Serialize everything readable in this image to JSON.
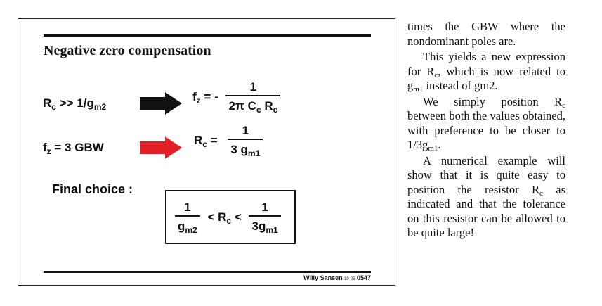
{
  "slide": {
    "title": "Negative zero compensation",
    "row1": {
      "lhs_R": "R",
      "lhs_R_sub": "c",
      "lhs_rest": " >> 1/g",
      "lhs_g_sub": "m2",
      "rhs_f": "f",
      "rhs_f_sub": "z",
      "rhs_eq": " = -",
      "num": "1",
      "den_2pi": "2π C",
      "den_c_sub": "c",
      "den_R": " R",
      "den_R_sub": "c"
    },
    "row2": {
      "lhs_f": "f",
      "lhs_f_sub": "z",
      "lhs_rest": " = 3 GBW",
      "rhs_R": "R",
      "rhs_R_sub": "c",
      "rhs_eq": " =",
      "num": "1",
      "den": "3 g",
      "den_sub": "m1"
    },
    "final_label": "Final choice :",
    "final": {
      "left_num": "1",
      "left_den": "g",
      "left_den_sub": "m2",
      "mid": "< R",
      "mid_sub": "c",
      "mid_end": " <",
      "right_num": "1",
      "right_den": "3g",
      "right_den_sub": "m1"
    },
    "footer": {
      "author": "Willy Sansen",
      "code": "10-05",
      "page": "0547"
    },
    "colors": {
      "black_arrow": "#111111",
      "red_arrow": "#e21f26"
    }
  },
  "prose": {
    "p1": "times the GBW where the nondominant poles are.",
    "p2_a": "This yields a new expression for R",
    "p2_sub1": "c",
    "p2_b": ", which is now related to g",
    "p2_sub2": "m1",
    "p2_c": " instead of gm2.",
    "p3_a": "We simply position R",
    "p3_sub1": "c",
    "p3_b": " between both the values obtained, with preference to be closer to 1/3g",
    "p3_sub2": "m1",
    "p3_c": ".",
    "p4_a": "A numerical example will show that it is quite easy to position the resistor R",
    "p4_sub1": "c",
    "p4_b": " as indicated and that the tolerance on this resistor can be allowed to be quite large!"
  }
}
